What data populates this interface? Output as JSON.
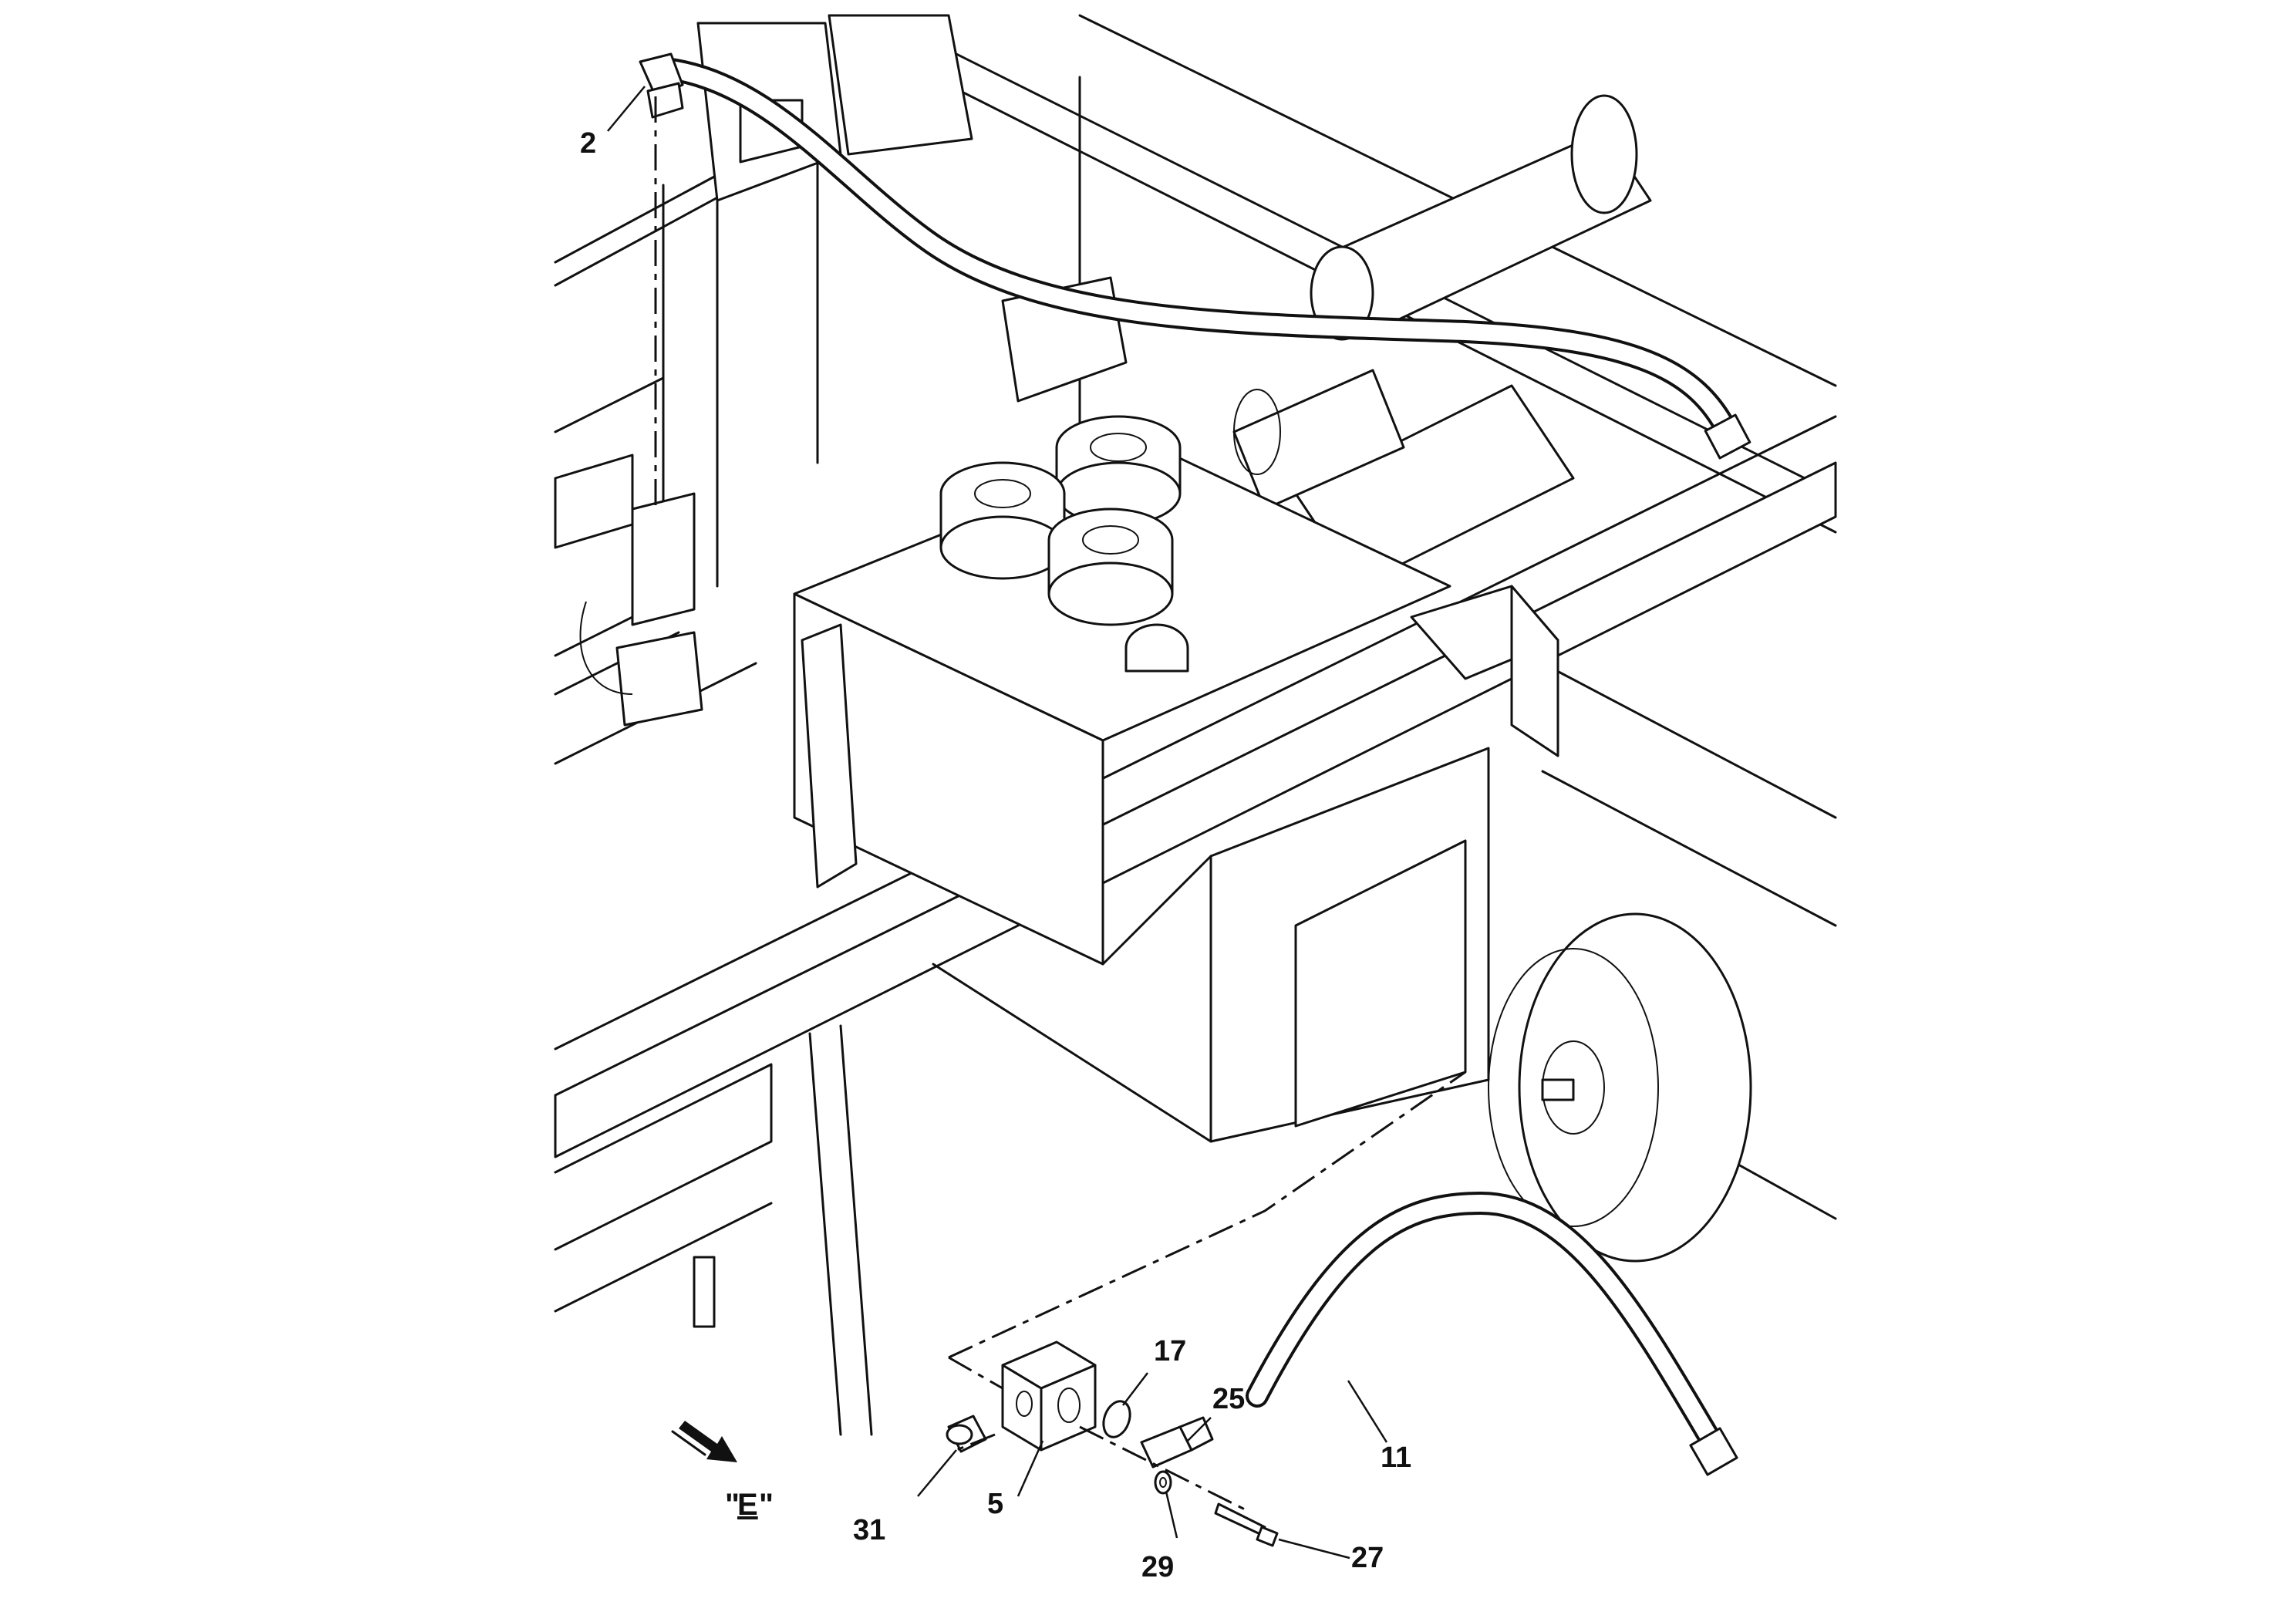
{
  "callouts": {
    "c2": "2",
    "c5": "5",
    "c11": "11",
    "c17": "17",
    "c25": "25",
    "c27": "27",
    "c29": "29",
    "c31": "31"
  },
  "view_label": {
    "open_quote": "\"",
    "letter": "E",
    "close_quote": "\""
  },
  "icons": {
    "view_arrow": "view-direction-arrow-icon"
  }
}
